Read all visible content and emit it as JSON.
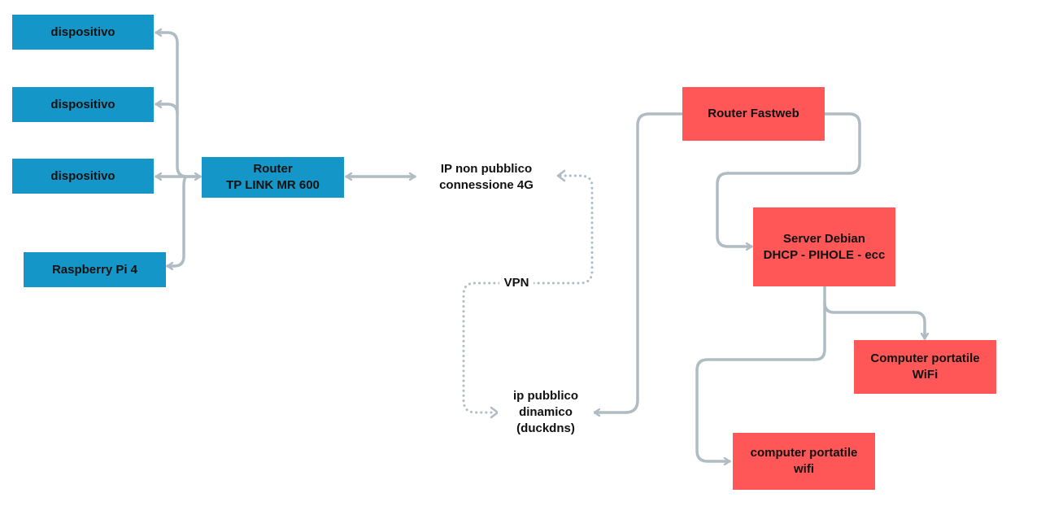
{
  "colors": {
    "left_node_fill": "#1497c8",
    "right_node_fill": "#ff5757",
    "connector": "#b0bcc4",
    "text": "#111111"
  },
  "left_network": {
    "devices": [
      {
        "label": "dispositivo"
      },
      {
        "label": "dispositivo"
      },
      {
        "label": "dispositivo"
      },
      {
        "label": "Raspberry Pi 4"
      }
    ],
    "router": {
      "line1": "Router",
      "line2": "TP LINK MR 600"
    }
  },
  "center": {
    "private_ip": {
      "line1": "IP non pubblico",
      "line2": "connessione 4G"
    },
    "vpn_label": "VPN",
    "public_ip": {
      "line1": "ip pubblico",
      "line2": "dinamico",
      "line3": "(duckdns)"
    }
  },
  "right_network": {
    "router": {
      "label": "Router Fastweb"
    },
    "server": {
      "line1": "Server Debian",
      "line2": "DHCP - PIHOLE - ecc"
    },
    "laptop_wifi_upper": {
      "line1": "Computer portatile",
      "line2": "WiFi"
    },
    "laptop_wifi_lower": {
      "line1": "computer portatile",
      "line2": "wifi"
    }
  }
}
